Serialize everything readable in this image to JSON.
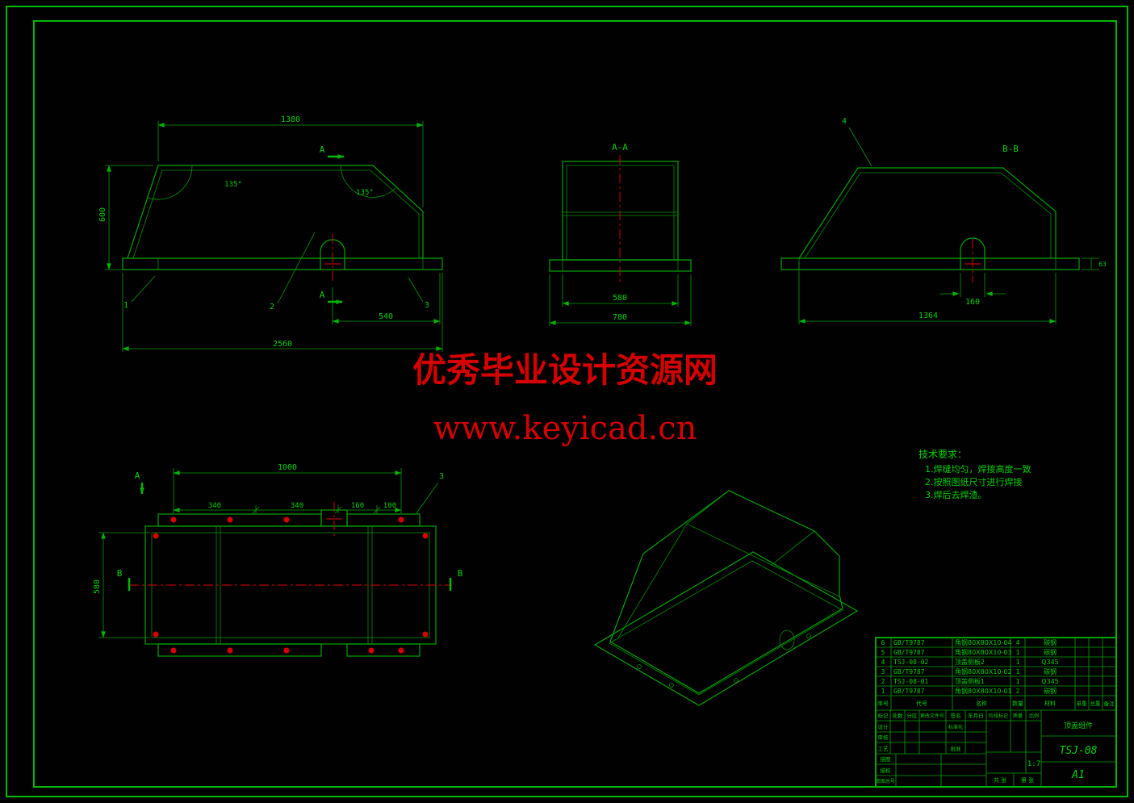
{
  "drawing": {
    "watermark_line1": "优秀毕业设计资源网",
    "watermark_line2": "www.keyicad.cn"
  },
  "tech_requirements": {
    "title": "技术要求：",
    "item1": "1.焊缝均匀，焊接高度一致",
    "item2": "2.按照图纸尺寸进行焊接",
    "item3": "3.焊后去焊渣。"
  },
  "front_view": {
    "dim_top": "1380",
    "dim_height": "600",
    "dim_bottom": "2560",
    "dim_notch_offset": "540",
    "angle_left": "135°",
    "angle_right": "135°",
    "section_letter": "A",
    "balloon_1": "1",
    "balloon_2": "2",
    "balloon_3": "3"
  },
  "section_aa": {
    "title": "A-A",
    "dim_width_inner": "580",
    "dim_width_outer": "780"
  },
  "section_bb": {
    "title": "B-B",
    "balloon_4": "4",
    "dim_notch": "160",
    "dim_length": "1364",
    "dim_flange": "63"
  },
  "plan_view": {
    "dim_overall": "1000",
    "chain_dim_1": "340",
    "chain_dim_2": "340",
    "chain_dim_3": "160",
    "chain_dim_4": "100",
    "dim_width": "580",
    "section_a": "A",
    "section_b": "B",
    "balloon_3": "3"
  },
  "title_block": {
    "header": {
      "seq": "序号",
      "code": "代号",
      "name": "名称",
      "qty": "数量",
      "material": "材料",
      "unit_weight": "单重",
      "total_weight": "总重",
      "remark": "备注"
    },
    "parts": [
      {
        "seq": "6",
        "code": "GB/T9787",
        "name": "角钢80X80X10-04",
        "qty": "4",
        "material": "碳钢"
      },
      {
        "seq": "5",
        "code": "GB/T9787",
        "name": "角钢80X80X10-03",
        "qty": "1",
        "material": "碳钢"
      },
      {
        "seq": "4",
        "code": "TSJ-08-02",
        "name": "顶盖侧板2",
        "qty": "1",
        "material": "Q345"
      },
      {
        "seq": "3",
        "code": "GB/T9787",
        "name": "角钢80X80X10-02",
        "qty": "1",
        "material": "碳钢"
      },
      {
        "seq": "2",
        "code": "TSJ-08-01",
        "name": "顶盖侧板1",
        "qty": "1",
        "material": "Q345"
      },
      {
        "seq": "1",
        "code": "GB/T9787",
        "name": "角钢80X80X10-01",
        "qty": "2",
        "material": "碳钢"
      }
    ],
    "drawing_name": "顶盖组件",
    "drawing_no": "TSJ-08",
    "sheet_size": "A1",
    "stage_label": "阶段标记",
    "mass_label": "质量",
    "scale_label": "比例",
    "scale_value": "1:7",
    "sheets_total": "共 张",
    "sheet_index": "第 张",
    "row_mark": "标记",
    "row_count": "处数",
    "row_zone": "分区",
    "row_change_doc": "更改文件号",
    "row_sign": "签名",
    "row_date": "年月日",
    "row_design": "设计",
    "row_standard": "标准化",
    "row_check": "审核",
    "row_process": "工艺",
    "row_approve": "批准",
    "row_trace": "描图",
    "row_trace_check": "描校",
    "row_base_no": "底图总号"
  }
}
